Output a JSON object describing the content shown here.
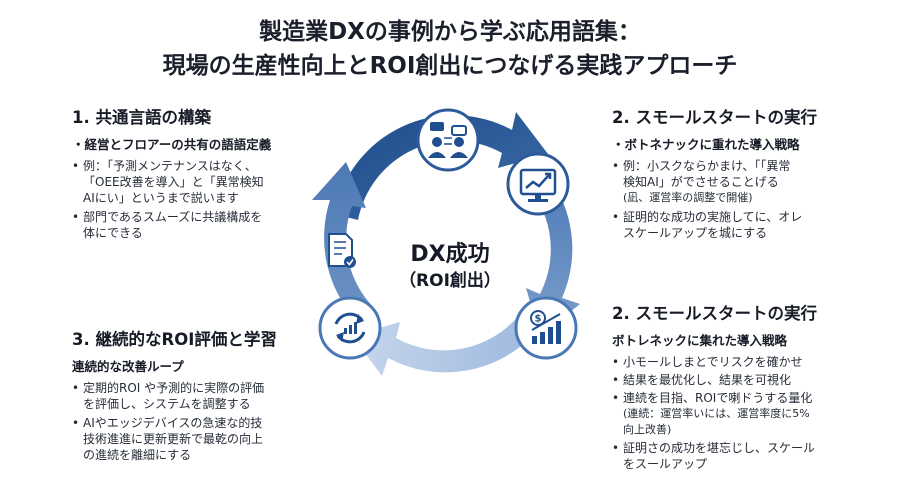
{
  "title": {
    "line1": "製造業DXの事例から学ぶ応用語集：",
    "line2": "現場の生産性向上とROI創出につなげる実践アプローチ"
  },
  "center": {
    "line1": "DX成功",
    "line2": "（ROI創出）"
  },
  "blocks": {
    "common_language": {
      "heading": "1. 共通言語の構築",
      "subheading": "・経営とフロアーの共有の語語定義",
      "bullets": [
        [
          "例：「予測メンテナンスはなく、",
          "「OEE改善を導入」と「異常検知",
          "AIにい」というまで説います"
        ],
        [
          "部門であるスムーズに共議構成を",
          "体にできる"
        ]
      ]
    },
    "small_start_1": {
      "heading": "2. スモールスタートの実行",
      "subheading": "・ボトネナックに重れた導入戦略",
      "bullets": [
        [
          "例：小スクならかまけ、「「異常",
          "検知AI」がでさせることげる",
          "(凪、運営率の調整で開催)"
        ],
        [
          "証明的な成功の実施してに、オレ",
          "スケールアップを城にする"
        ]
      ]
    },
    "small_start_2": {
      "heading": "2. スモールスタートの実行",
      "subheading": "ボトレネックに集れた導入戦略",
      "bullets": [
        [
          "小モールしまとでリスクを確かせ"
        ],
        [
          "結果を最优化し、結果を可視化"
        ],
        [
          "連続を目指、ROIで喇ドうする量化",
          "(連続：運営率いには、運営率度に5%",
          "向上改善)"
        ],
        [
          "証明さの成功を堪忘じし、スケール",
          "をスールアップ"
        ]
      ]
    },
    "roi_review": {
      "heading": "3. 継続的なROI評価と学習",
      "subheading": "連続的な改善ループ",
      "bullets": [
        [
          "定期的ROI や予測的に実際の評価",
          "を評価し、システムを調整する"
        ],
        [
          "AIやエッジデバイスの急速な的技",
          "技術進進に更新更新で最乾の向上",
          "の進続を離細にする"
        ]
      ]
    }
  },
  "colors": {
    "cycle_dark": "#1f4f8f",
    "cycle_mid": "#4a78b5",
    "cycle_light": "#8fb0d8",
    "cycle_pale": "#c2d3ea",
    "icon_border": "#2d5a99",
    "text": "#1c2230"
  },
  "icons": [
    "team-chat-icon",
    "growth-chart-monitor-icon",
    "dollar-bar-chart-icon",
    "refresh-cycle-icon",
    "document-check-icon"
  ]
}
